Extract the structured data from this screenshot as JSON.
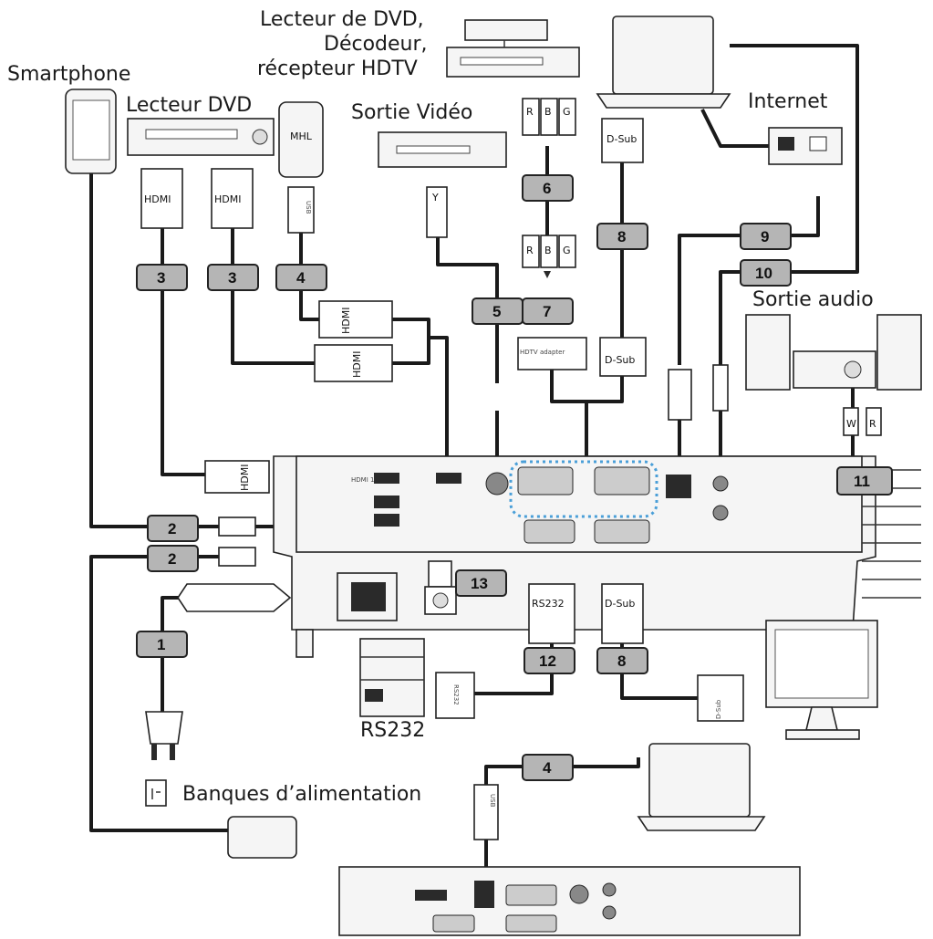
{
  "labels": {
    "smartphone": "Smartphone",
    "lecteur_dvd": "Lecteur DVD",
    "dvd_line1": "Lecteur de DVD,",
    "dvd_line2": "Décodeur,",
    "dvd_line3": "récepteur HDTV",
    "sortie_video": "Sortie Vidéo",
    "internet": "Internet",
    "sortie_audio": "Sortie audio",
    "rs232": "RS232",
    "banques": "Banques d’alimentation"
  },
  "connectors": {
    "hdmi": "HDMI",
    "mhl": "MHL",
    "usb": "USB",
    "dsub": "D-Sub",
    "rs232": "RS232",
    "y": "Y",
    "r": "R",
    "b": "B",
    "g": "G",
    "w": "W",
    "hdtv_adapter": "HDTV adapter"
  },
  "badges": {
    "b1": "1",
    "b2a": "2",
    "b2b": "2",
    "b3a": "3",
    "b3b": "3",
    "b4a": "4",
    "b4b": "4",
    "b5": "5",
    "b6": "6",
    "b7": "7",
    "b8a": "8",
    "b8b": "8",
    "b9": "9",
    "b10": "10",
    "b11": "11",
    "b12": "12",
    "b13": "13"
  },
  "colors": {
    "badge_fill": "#b5b5b5",
    "cable": "#1a1a1a",
    "highlight_dots": "#4a9fd8"
  }
}
